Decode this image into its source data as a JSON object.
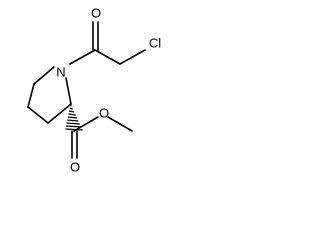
{
  "molecule": {
    "atoms": {
      "nitrogen": "N",
      "acyl_oxygen": "O",
      "chlorine": "Cl",
      "ester_carbonyl_oxygen": "O",
      "ester_oxygen": "O"
    }
  }
}
